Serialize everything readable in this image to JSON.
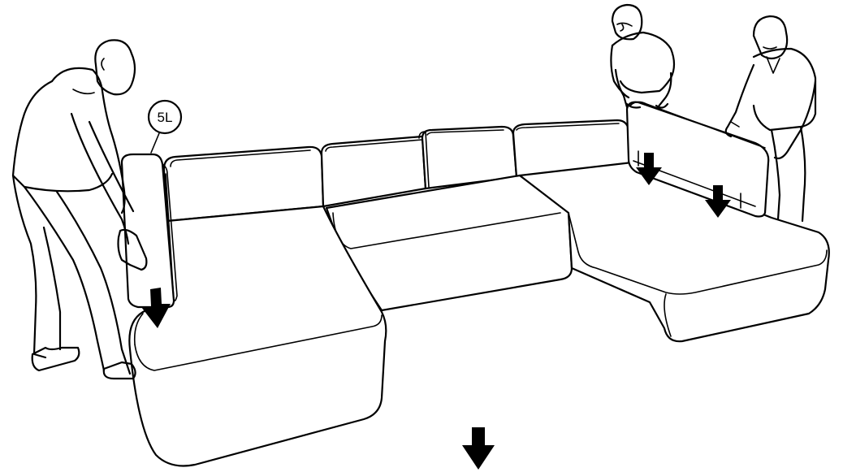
{
  "part_label": "5L",
  "colors": {
    "line": "#000000",
    "background": "#ffffff",
    "arrow": "#000000"
  },
  "figure": {
    "people": [
      "person-left-holding-armrest",
      "person-right-back-glasses",
      "person-right-front"
    ],
    "parts": [
      "left-chaise-module",
      "middle-seat-module",
      "right-chaise-module",
      "armrest-5L",
      "right-armrest-panel"
    ],
    "arrows": [
      "arrow-left-down",
      "arrow-right-1-down",
      "arrow-right-2-down",
      "arrow-bottom-down"
    ]
  }
}
